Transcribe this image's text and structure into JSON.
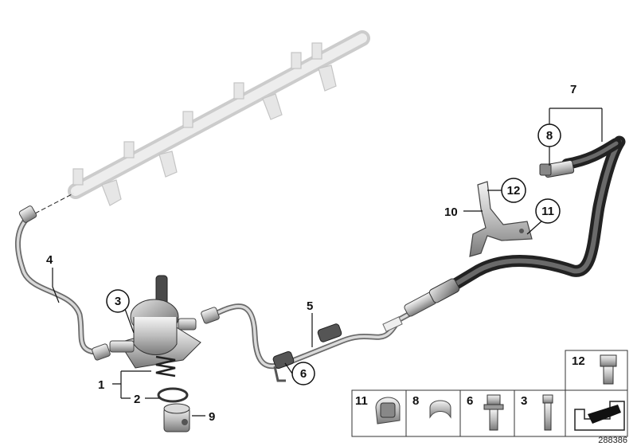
{
  "diagram": {
    "callouts": {
      "c1": "1",
      "c2": "2",
      "c3": "3",
      "c4": "4",
      "c5": "5",
      "c6": "6",
      "c7": "7",
      "c8": "8",
      "c9": "9",
      "c10": "10",
      "c11": "11",
      "c12": "12"
    },
    "legend": {
      "box11": "11",
      "box8": "8",
      "box6": "6",
      "box3": "3",
      "box12": "12"
    },
    "reference_number": "288386"
  }
}
